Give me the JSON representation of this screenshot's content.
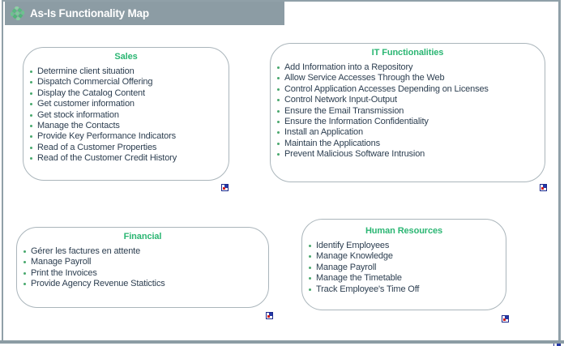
{
  "header": {
    "title": "As-Is Functionality Map"
  },
  "icons": {
    "header_icon": "functionality-map-diamond-icon",
    "box_corner_icon": "model-reference-icon"
  },
  "colors": {
    "header_bg": "#8C9CA4",
    "frame_gray": "#90A0A8",
    "title_green": "#2BB673",
    "bullet_green": "#48A86D",
    "item_text": "#2C3E50",
    "box_border": "#AAB5BB",
    "ref_icon_blue": "#2438A8",
    "ref_icon_red": "#D02020"
  },
  "groups": [
    {
      "title": "Sales",
      "items": [
        "Determine client situation",
        "Dispatch Commercial Offering",
        "Display the Catalog Content",
        "Get customer information",
        "Get stock information",
        "Manage the Contacts",
        "Provide Key Performance Indicators",
        "Read of a Customer Properties",
        "Read of the Customer Credit History"
      ]
    },
    {
      "title": "IT Functionalities",
      "items": [
        "Add Information into a Repository",
        "Allow Service Accesses Through the Web",
        "Control Application Accesses Depending on Licenses",
        "Control Network Input-Output",
        "Ensure the Email Transmission",
        "Ensure the Information Confidentiality",
        "Install an Application",
        "Maintain the Applications",
        "Prevent Malicious Software Intrusion"
      ]
    },
    {
      "title": "Financial",
      "items": [
        "Gérer les factures en attente",
        "Manage Payroll",
        "Print the Invoices",
        "Provide Agency Revenue Statictics"
      ]
    },
    {
      "title": "Human Resources",
      "items": [
        "Identify Employees",
        "Manage Knowledge",
        "Manage Payroll",
        "Manage the Timetable",
        "Track Employee's Time Off"
      ]
    }
  ]
}
